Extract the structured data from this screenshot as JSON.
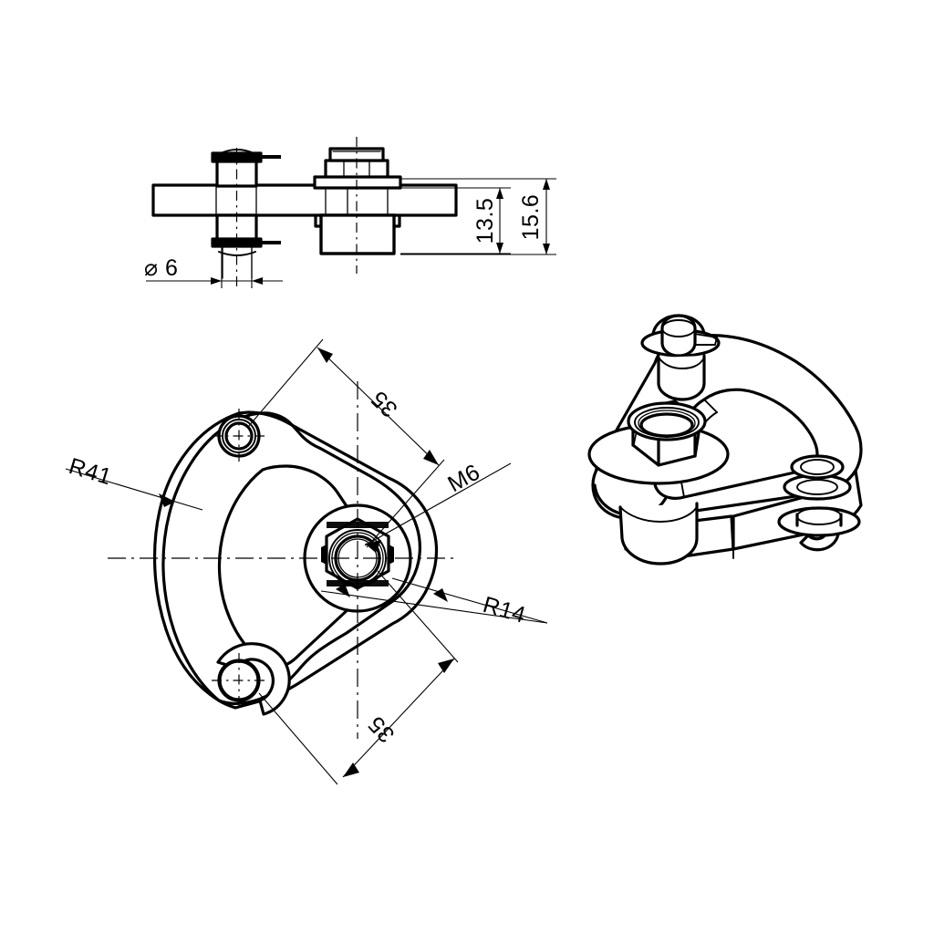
{
  "drawing": {
    "title": "Bracket mechanical drawing",
    "background_color": "#ffffff",
    "line_color": "#000000",
    "views": [
      {
        "name": "top-elevation-view",
        "label": ""
      },
      {
        "name": "plan-view",
        "label": ""
      },
      {
        "name": "isometric-view",
        "label": ""
      }
    ]
  },
  "dimensions": {
    "elevation": {
      "height_inner": "13.5",
      "height_outer": "15.6",
      "pin_diameter": "⌀ 6"
    },
    "plan": {
      "dim_upper_35": "35",
      "dim_lower_35": "35",
      "thread_callout": "M6",
      "radius_center": "R14",
      "radius_outer": "R41"
    }
  }
}
